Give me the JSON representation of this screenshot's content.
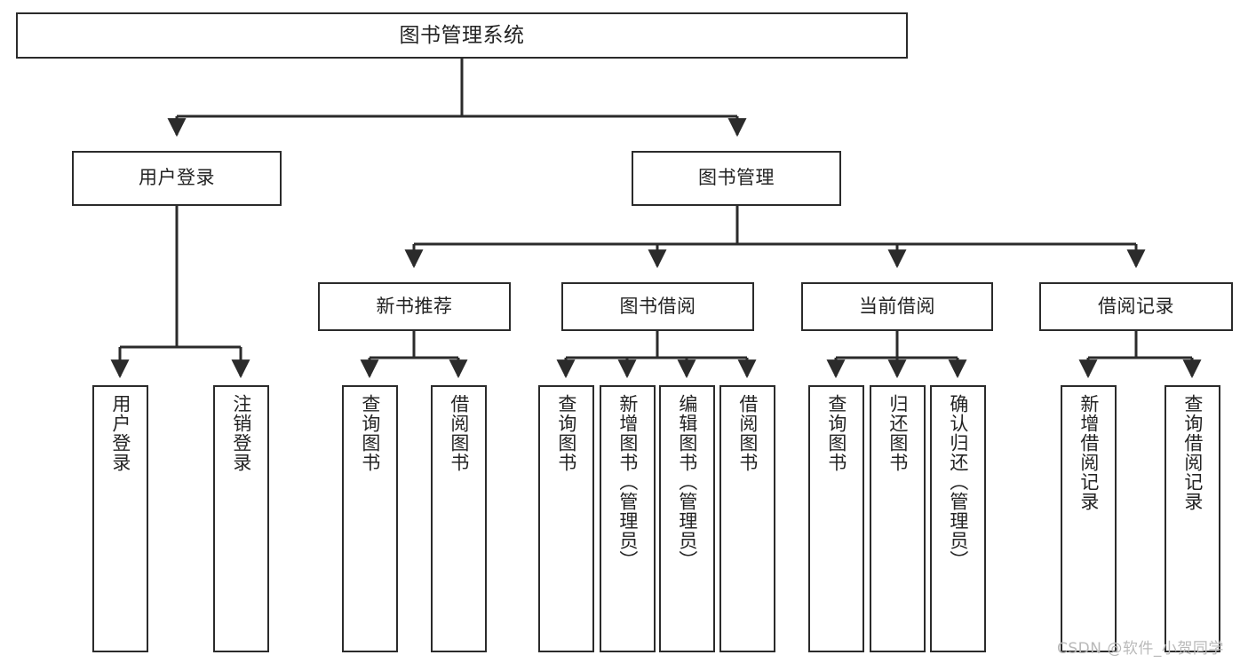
{
  "diagram": {
    "title": "图书管理系统",
    "type": "tree-hierarchy",
    "stroke_color": "#2b2b2b",
    "fill_color": "#ffffff",
    "text_color": "#232323"
  },
  "root": {
    "label": "图书管理系统"
  },
  "level2": [
    {
      "id": "user-login",
      "label": "用户登录"
    },
    {
      "id": "book-manage",
      "label": "图书管理"
    }
  ],
  "level3": [
    {
      "id": "new-book-recommend",
      "label": "新书推荐"
    },
    {
      "id": "book-borrow",
      "label": "图书借阅"
    },
    {
      "id": "current-borrow",
      "label": "当前借阅"
    },
    {
      "id": "borrow-record",
      "label": "借阅记录"
    }
  ],
  "leaves": {
    "user_login": [
      {
        "id": "leaf-user-login",
        "label": "用户登录"
      },
      {
        "id": "leaf-logout-login",
        "label": "注销登录"
      }
    ],
    "new_book_recommend": [
      {
        "id": "leaf-query-book-1",
        "label": "查询图书"
      },
      {
        "id": "leaf-borrow-book-1",
        "label": "借阅图书"
      }
    ],
    "book_borrow": [
      {
        "id": "leaf-query-book-2",
        "label": "查询图书"
      },
      {
        "id": "leaf-add-book",
        "label": "新增图书（管理员）"
      },
      {
        "id": "leaf-edit-book",
        "label": "编辑图书（管理员）"
      },
      {
        "id": "leaf-borrow-book-2",
        "label": "借阅图书"
      }
    ],
    "current_borrow": [
      {
        "id": "leaf-query-book-3",
        "label": "查询图书"
      },
      {
        "id": "leaf-return-book",
        "label": "归还图书"
      },
      {
        "id": "leaf-confirm-return",
        "label": "确认归还（管理员）"
      }
    ],
    "borrow_record": [
      {
        "id": "leaf-add-borrow-record",
        "label": "新增借阅记录"
      },
      {
        "id": "leaf-query-borrow-record",
        "label": "查询借阅记录"
      }
    ]
  },
  "watermark": {
    "text": "CSDN @软件_小贺同学"
  }
}
